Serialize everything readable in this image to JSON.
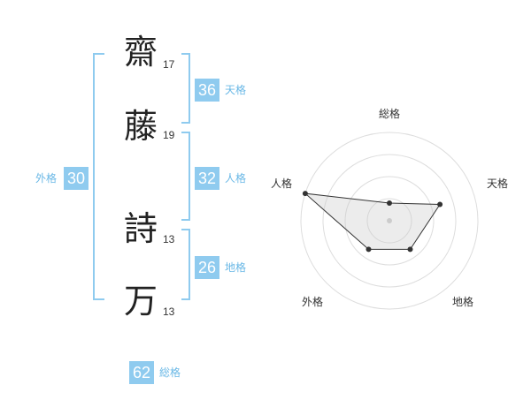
{
  "characters": [
    {
      "char": "齋",
      "strokes": "17"
    },
    {
      "char": "藤",
      "strokes": "19"
    },
    {
      "char": "詩",
      "strokes": "13"
    },
    {
      "char": "万",
      "strokes": "13"
    }
  ],
  "grids": {
    "tenkaku": {
      "value": "36",
      "label": "天格"
    },
    "jinkaku": {
      "value": "32",
      "label": "人格"
    },
    "chikaku": {
      "value": "26",
      "label": "地格"
    },
    "gaikaku": {
      "value": "30",
      "label": "外格"
    },
    "soukaku": {
      "value": "62",
      "label": "総格"
    }
  },
  "colors": {
    "accent": "#8fcbef",
    "bracket": "#8fcbef",
    "label": "#6ab8e6"
  },
  "chart_data": {
    "type": "radar",
    "axes": [
      "総格",
      "天格",
      "地格",
      "外格",
      "人格"
    ],
    "values": [
      1,
      3,
      2,
      2,
      5
    ],
    "max": 5,
    "rings": 4
  }
}
